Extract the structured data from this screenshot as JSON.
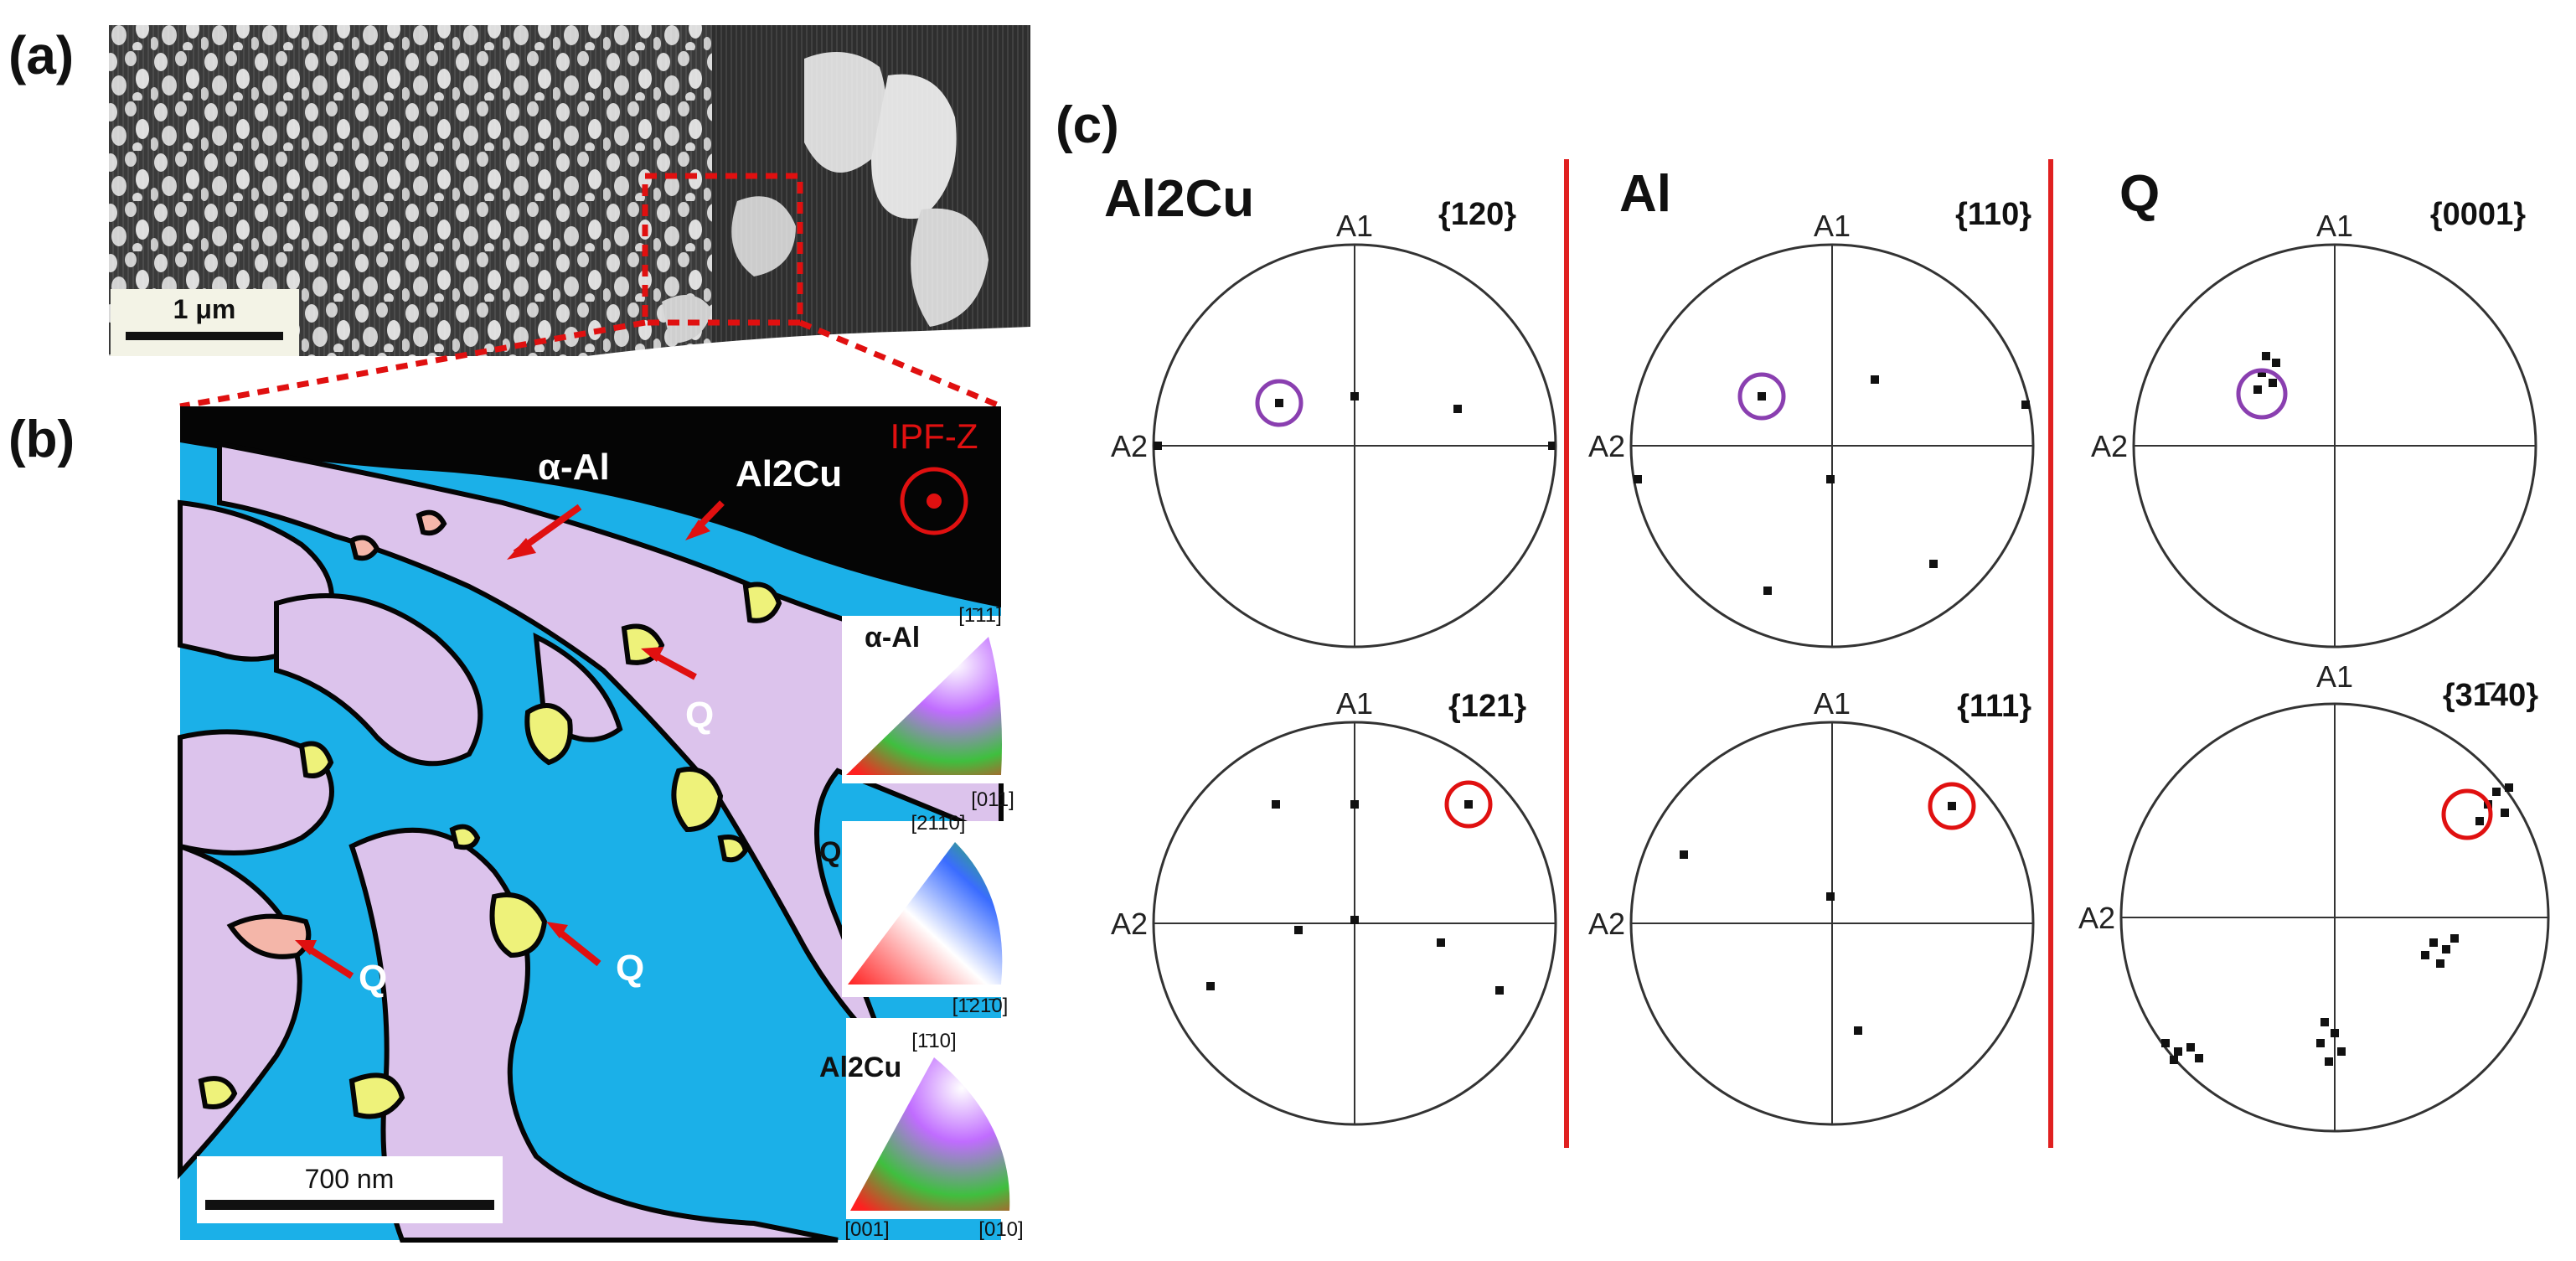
{
  "panels": {
    "a": {
      "label": "(a)",
      "scale_bar": "1 μm"
    },
    "b": {
      "label": "(b)",
      "scale_bar": "700 nm",
      "ipf_label": "IPF-Z",
      "annotations": {
        "alpha_al": "α-Al",
        "al2cu": "Al2Cu",
        "q1": "Q",
        "q2": "Q",
        "q3": "Q"
      },
      "legends": [
        {
          "phase": "α-Al",
          "top": "[1̄11]",
          "right": "[011]",
          "left": ""
        },
        {
          "phase": "Q",
          "top": "[2110]",
          "right": "[1̄21̄0]",
          "left": ""
        },
        {
          "phase": "Al2Cu",
          "top": "[1̄10]",
          "right": "[010]",
          "left": "[001]"
        }
      ]
    },
    "c": {
      "label": "(c)",
      "axis_labels": {
        "a1": "A1",
        "a2": "A2"
      },
      "columns": [
        {
          "phase": "Al2Cu",
          "top_family": "{120}",
          "bottom_family": "{121}"
        },
        {
          "phase": "Al",
          "top_family": "{110}",
          "bottom_family": "{111}"
        },
        {
          "phase": "Q",
          "top_family": "{0001}",
          "bottom_family": "{31̄40}"
        }
      ]
    }
  },
  "colors": {
    "alpha_al": "#1bb0e8",
    "al2cu": "#dcc3ec",
    "q_phase": "#eef27a",
    "q_pink": "#f4b6a9",
    "highlight_red": "#e01010",
    "highlight_purple": "#8a3fb0",
    "separator": "#e02020"
  },
  "icons": [
    "ipf-z-direction-icon",
    "ipf-triangle-icon"
  ]
}
